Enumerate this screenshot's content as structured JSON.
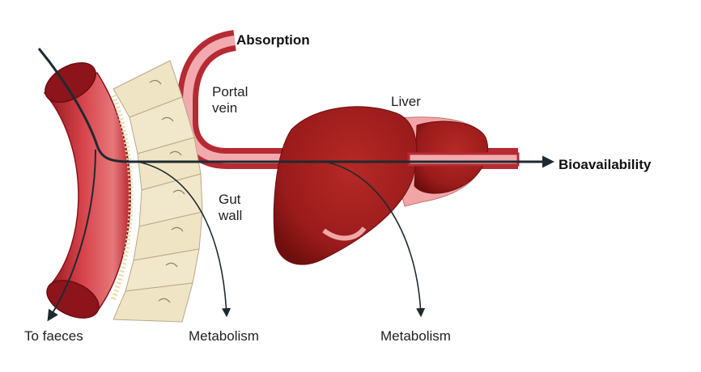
{
  "labels": {
    "absorption": "Absorption",
    "portal_vein": "Portal vein",
    "liver": "Liver",
    "bioavailability": "Bioavailability",
    "gut_wall": "Gut wall",
    "to_faeces": "To faeces",
    "metabolism_gut": "Metabolism",
    "metabolism_liver": "Metabolism"
  },
  "colors": {
    "gut_red": "#c8323a",
    "gut_dark": "#9e1a22",
    "villi": "#efe6c9",
    "vein_outer": "#c0303a",
    "vein_inner": "#f1a8a8",
    "liver": "#a82020",
    "liver_dark": "#7d1212",
    "arrow": "#1f2a30"
  }
}
